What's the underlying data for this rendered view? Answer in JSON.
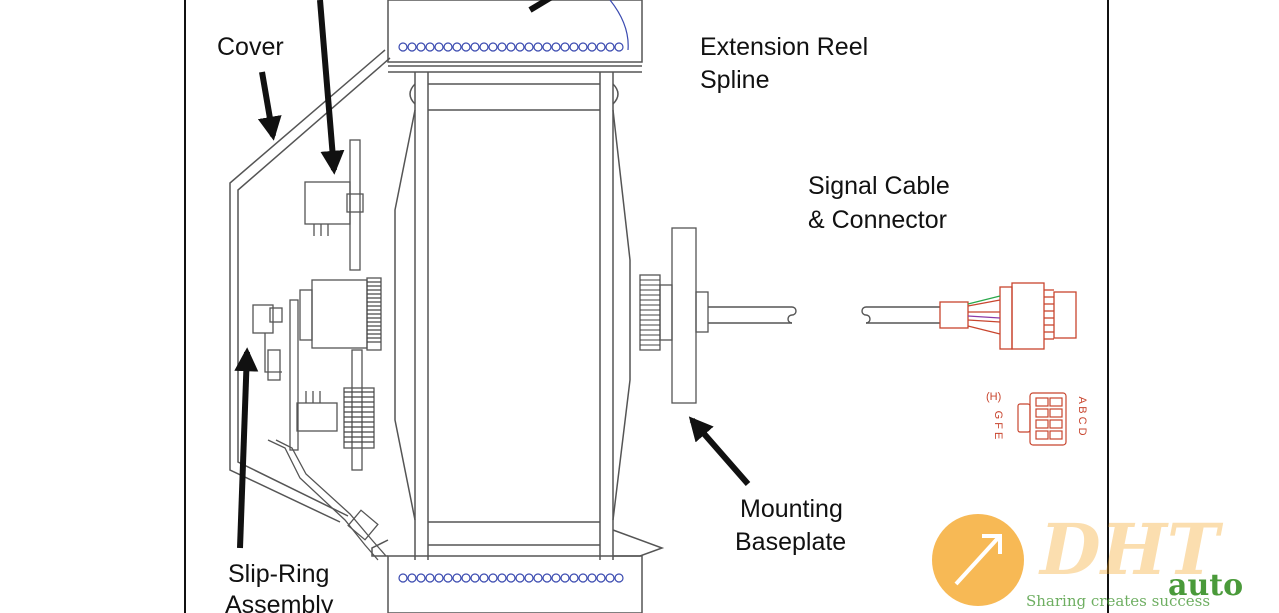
{
  "labels": {
    "cover": "Cover",
    "extension_reel_spline_1": "Extension Reel",
    "extension_reel_spline_2": "Spline",
    "signal_cable_1": "Signal Cable",
    "signal_cable_2": "& Connector",
    "mounting_baseplate_1": "Mounting",
    "mounting_baseplate_2": "Baseplate",
    "slip_ring_1": "Slip-Ring",
    "slip_ring_2": "Assembly"
  },
  "connector_pins": {
    "left_top": "(H)",
    "left": "G F E",
    "right": "A B C D"
  },
  "watermark": {
    "brand_main": "DHT",
    "brand_suffix": "auto",
    "tagline": "Sharing creates success"
  },
  "colors": {
    "line": "#111111",
    "drawing": "#555555",
    "coil": "#3a4ab0",
    "connector": "#c8452e",
    "wire_green": "#2aa84a",
    "wire_purple": "#8a3aa8",
    "watermark_orange": "#f4a21c",
    "watermark_green": "#4a9a3a"
  }
}
